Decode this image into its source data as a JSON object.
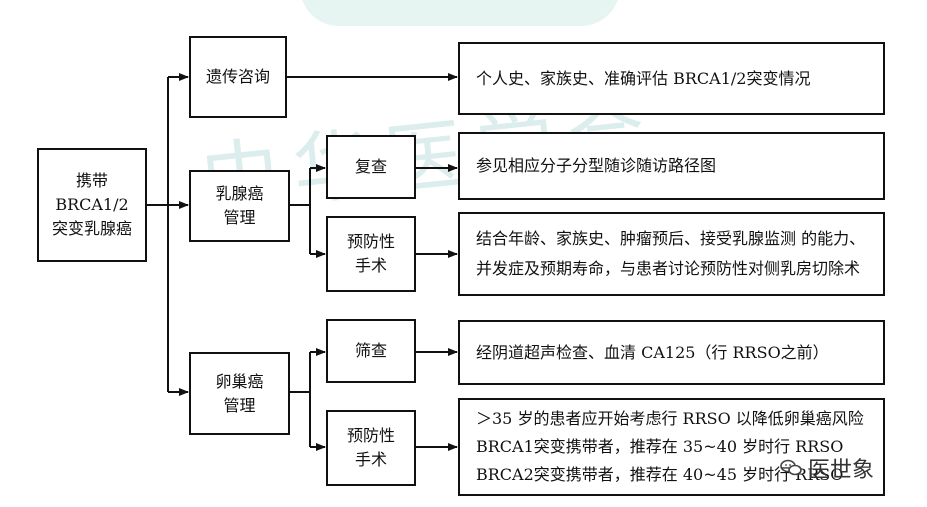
{
  "root": {
    "lines": [
      "携带",
      "BRCA1/2",
      "突变乳腺癌"
    ]
  },
  "branches": {
    "genetic": {
      "label": "遗传咨询",
      "result": "个人史、家族史、准确评估 BRCA1/2突变情况"
    },
    "breast": {
      "lines": [
        "乳腺癌",
        "管理"
      ],
      "review": {
        "label": "复查",
        "result": "参见相应分子分型随诊随访路径图"
      },
      "surgery": {
        "lines": [
          "预防性",
          "手术"
        ],
        "result": [
          "结合年龄、家族史、肿瘤预后、接受乳腺监测 的能力、",
          "并发症及预期寿命，与患者讨论预防性对侧乳房切除术"
        ]
      }
    },
    "ovary": {
      "lines": [
        "卵巢癌",
        "管理"
      ],
      "screen": {
        "label": "筛查",
        "result": "经阴道超声检查、血清 CA125（行 RRSO之前）"
      },
      "surgery": {
        "lines": [
          "预防性",
          "手术"
        ],
        "result": [
          "＞35 岁的患者应开始考虑行 RRSO 以降低卵巢癌风险",
          "BRCA1突变携带者，推荐在 35~40 岁时行 RRSO",
          "BRCA2突变携带者，推荐在 40~45 岁时行 RRSO"
        ]
      }
    }
  },
  "watermark": "中华医学会",
  "logo": {
    "icon": "wechat-icon",
    "text": "医世象"
  },
  "colors": {
    "line": "#111111",
    "watermark": "#bfe0dd"
  }
}
